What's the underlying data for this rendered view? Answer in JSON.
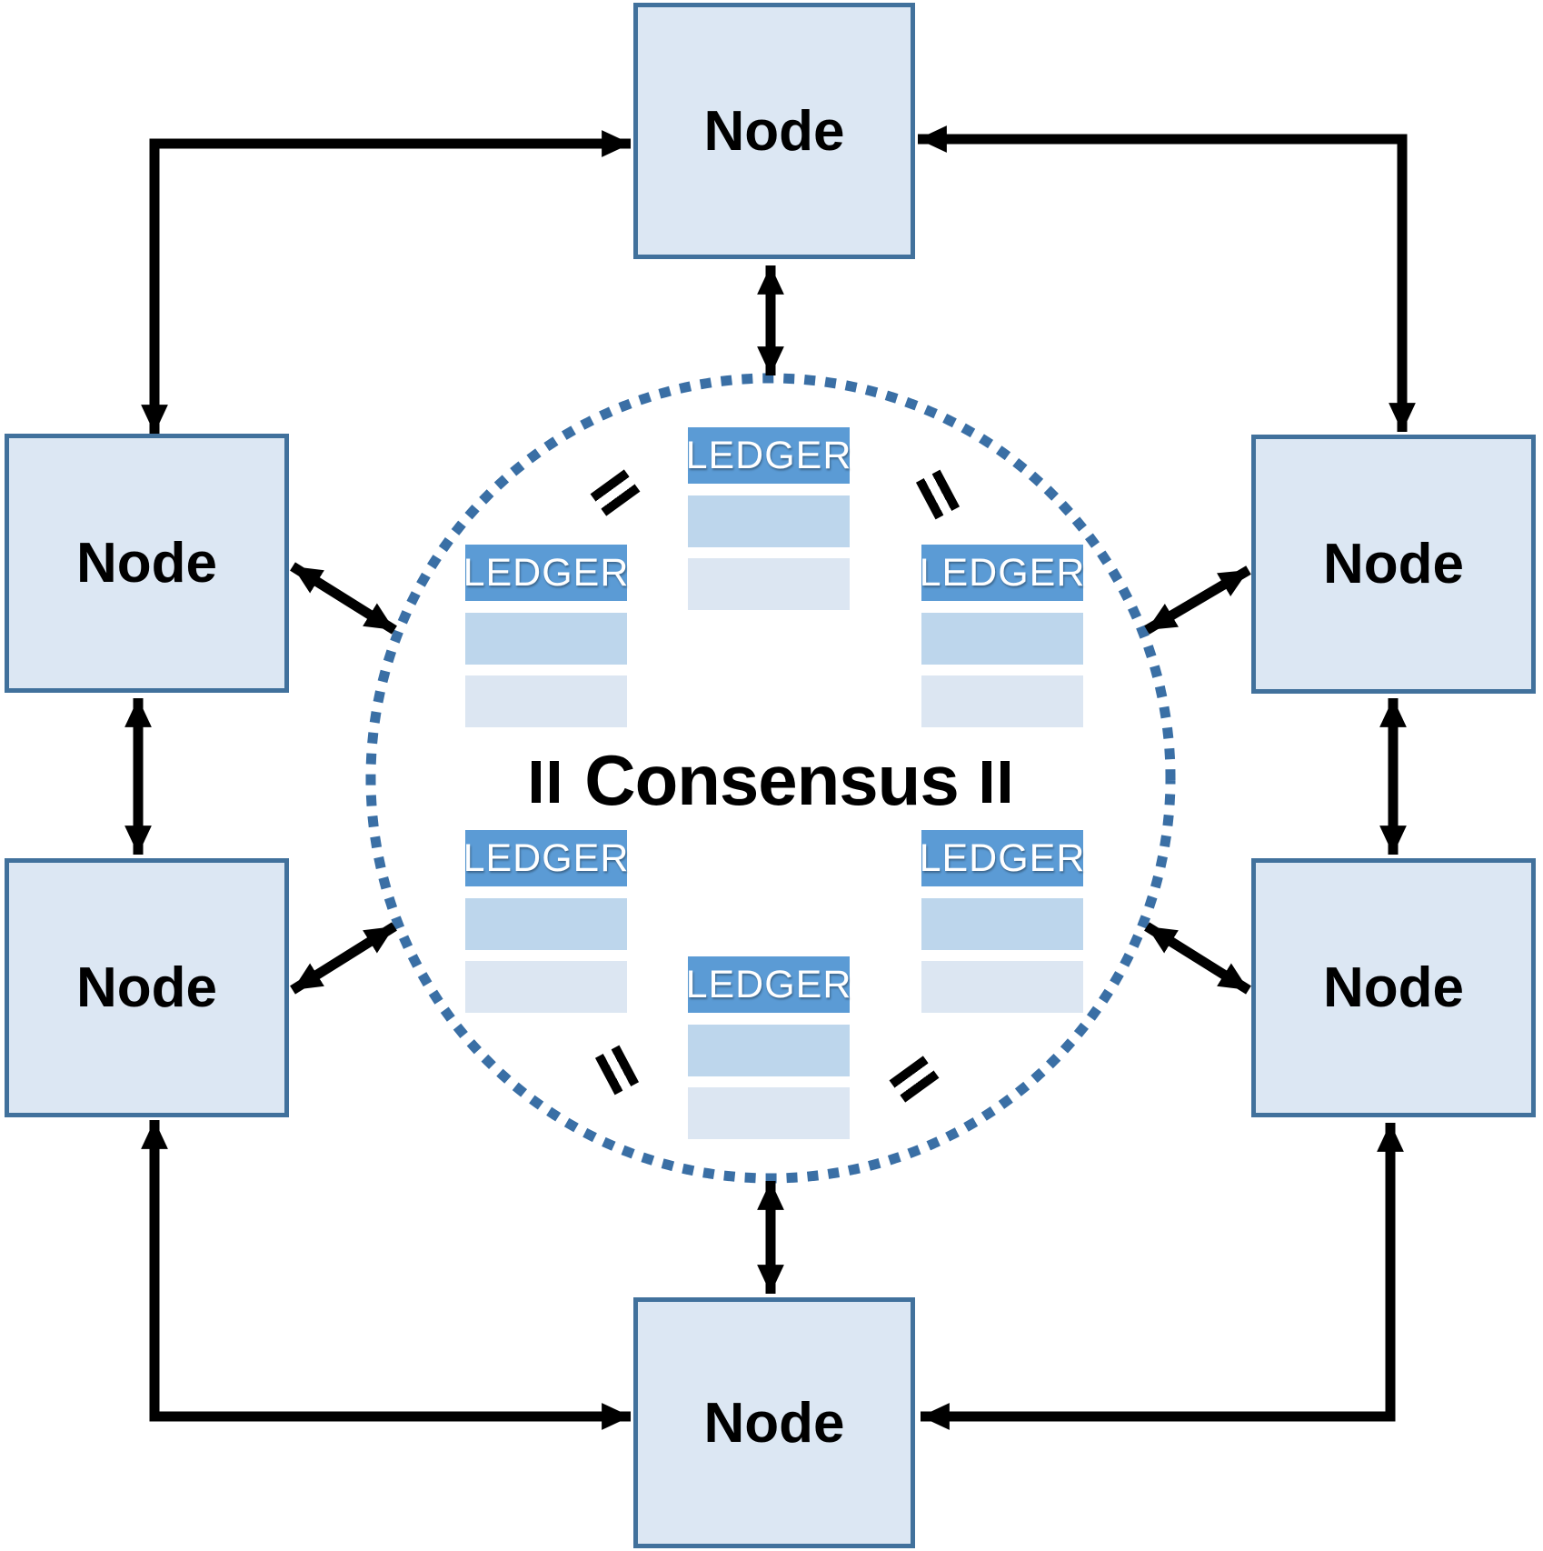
{
  "title": "Consensus",
  "nodes": [
    {
      "id": "top",
      "label": "Node"
    },
    {
      "id": "left-upper",
      "label": "Node"
    },
    {
      "id": "right-upper",
      "label": "Node"
    },
    {
      "id": "left-lower",
      "label": "Node"
    },
    {
      "id": "right-lower",
      "label": "Node"
    },
    {
      "id": "bottom",
      "label": "Node"
    }
  ],
  "ledgers": [
    {
      "id": "top-center",
      "label": "LEDGER",
      "rows": 2
    },
    {
      "id": "upper-left",
      "label": "LEDGER",
      "rows": 2
    },
    {
      "id": "upper-right",
      "label": "LEDGER",
      "rows": 2
    },
    {
      "id": "lower-left",
      "label": "LEDGER",
      "rows": 2
    },
    {
      "id": "lower-right",
      "label": "LEDGER",
      "rows": 2
    },
    {
      "id": "bottom-center",
      "label": "LEDGER",
      "rows": 2
    }
  ],
  "equals_marks": [
    "top-left",
    "top-right",
    "middle-left",
    "middle-right",
    "bottom-left",
    "bottom-right"
  ],
  "connections": {
    "node_to_node": [
      "top↔left-upper",
      "top↔right-upper",
      "left-upper↔left-lower",
      "right-upper↔right-lower",
      "left-lower↔bottom",
      "right-lower↔bottom"
    ],
    "node_to_circle": [
      "top",
      "left-upper",
      "right-upper",
      "left-lower",
      "right-lower",
      "bottom"
    ]
  },
  "colors": {
    "node_fill": "#dce7f3",
    "node_border": "#41719c",
    "ledger_header": "#5b9bd5",
    "ledger_row1": "#bdd6ec",
    "ledger_row2": "#dce6f2",
    "circle_dot": "#3a6fa5",
    "arrow": "#000000",
    "text": "#000000"
  }
}
